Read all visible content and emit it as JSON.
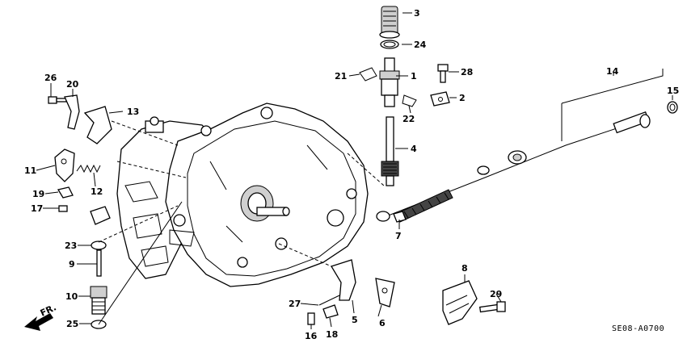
{
  "diagram": {
    "code": "SE08-A0700",
    "direction_label": "FR.",
    "callouts": [
      {
        "n": "1"
      },
      {
        "n": "2"
      },
      {
        "n": "3"
      },
      {
        "n": "4"
      },
      {
        "n": "5"
      },
      {
        "n": "6"
      },
      {
        "n": "7"
      },
      {
        "n": "8"
      },
      {
        "n": "9"
      },
      {
        "n": "10"
      },
      {
        "n": "11"
      },
      {
        "n": "12"
      },
      {
        "n": "13"
      },
      {
        "n": "14"
      },
      {
        "n": "15"
      },
      {
        "n": "16"
      },
      {
        "n": "17"
      },
      {
        "n": "18"
      },
      {
        "n": "19"
      },
      {
        "n": "20"
      },
      {
        "n": "21"
      },
      {
        "n": "22"
      },
      {
        "n": "23"
      },
      {
        "n": "24"
      },
      {
        "n": "25"
      },
      {
        "n": "26"
      },
      {
        "n": "27"
      },
      {
        "n": "28"
      },
      {
        "n": "29"
      }
    ]
  }
}
